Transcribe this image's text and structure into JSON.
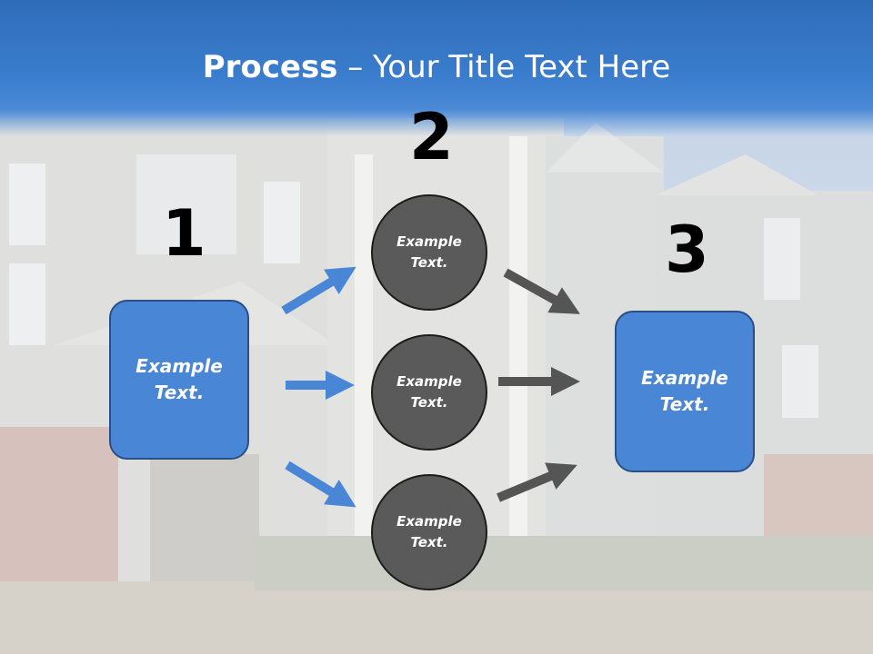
{
  "title": {
    "bold": "Process",
    "rest": " – Your Title Text Here"
  },
  "steps": {
    "one": {
      "number": "1",
      "text": "Example Text."
    },
    "two": {
      "number": "2",
      "items": [
        "Example Text.",
        "Example Text.",
        "Example Text."
      ]
    },
    "three": {
      "number": "3",
      "text": "Example Text."
    }
  },
  "colors": {
    "header": "#3a7ccd",
    "box_fill": "#4a86d6",
    "circle_fill": "#5a5a5a",
    "blue_arrow": "#4a86d6",
    "grey_arrow": "#555555"
  }
}
